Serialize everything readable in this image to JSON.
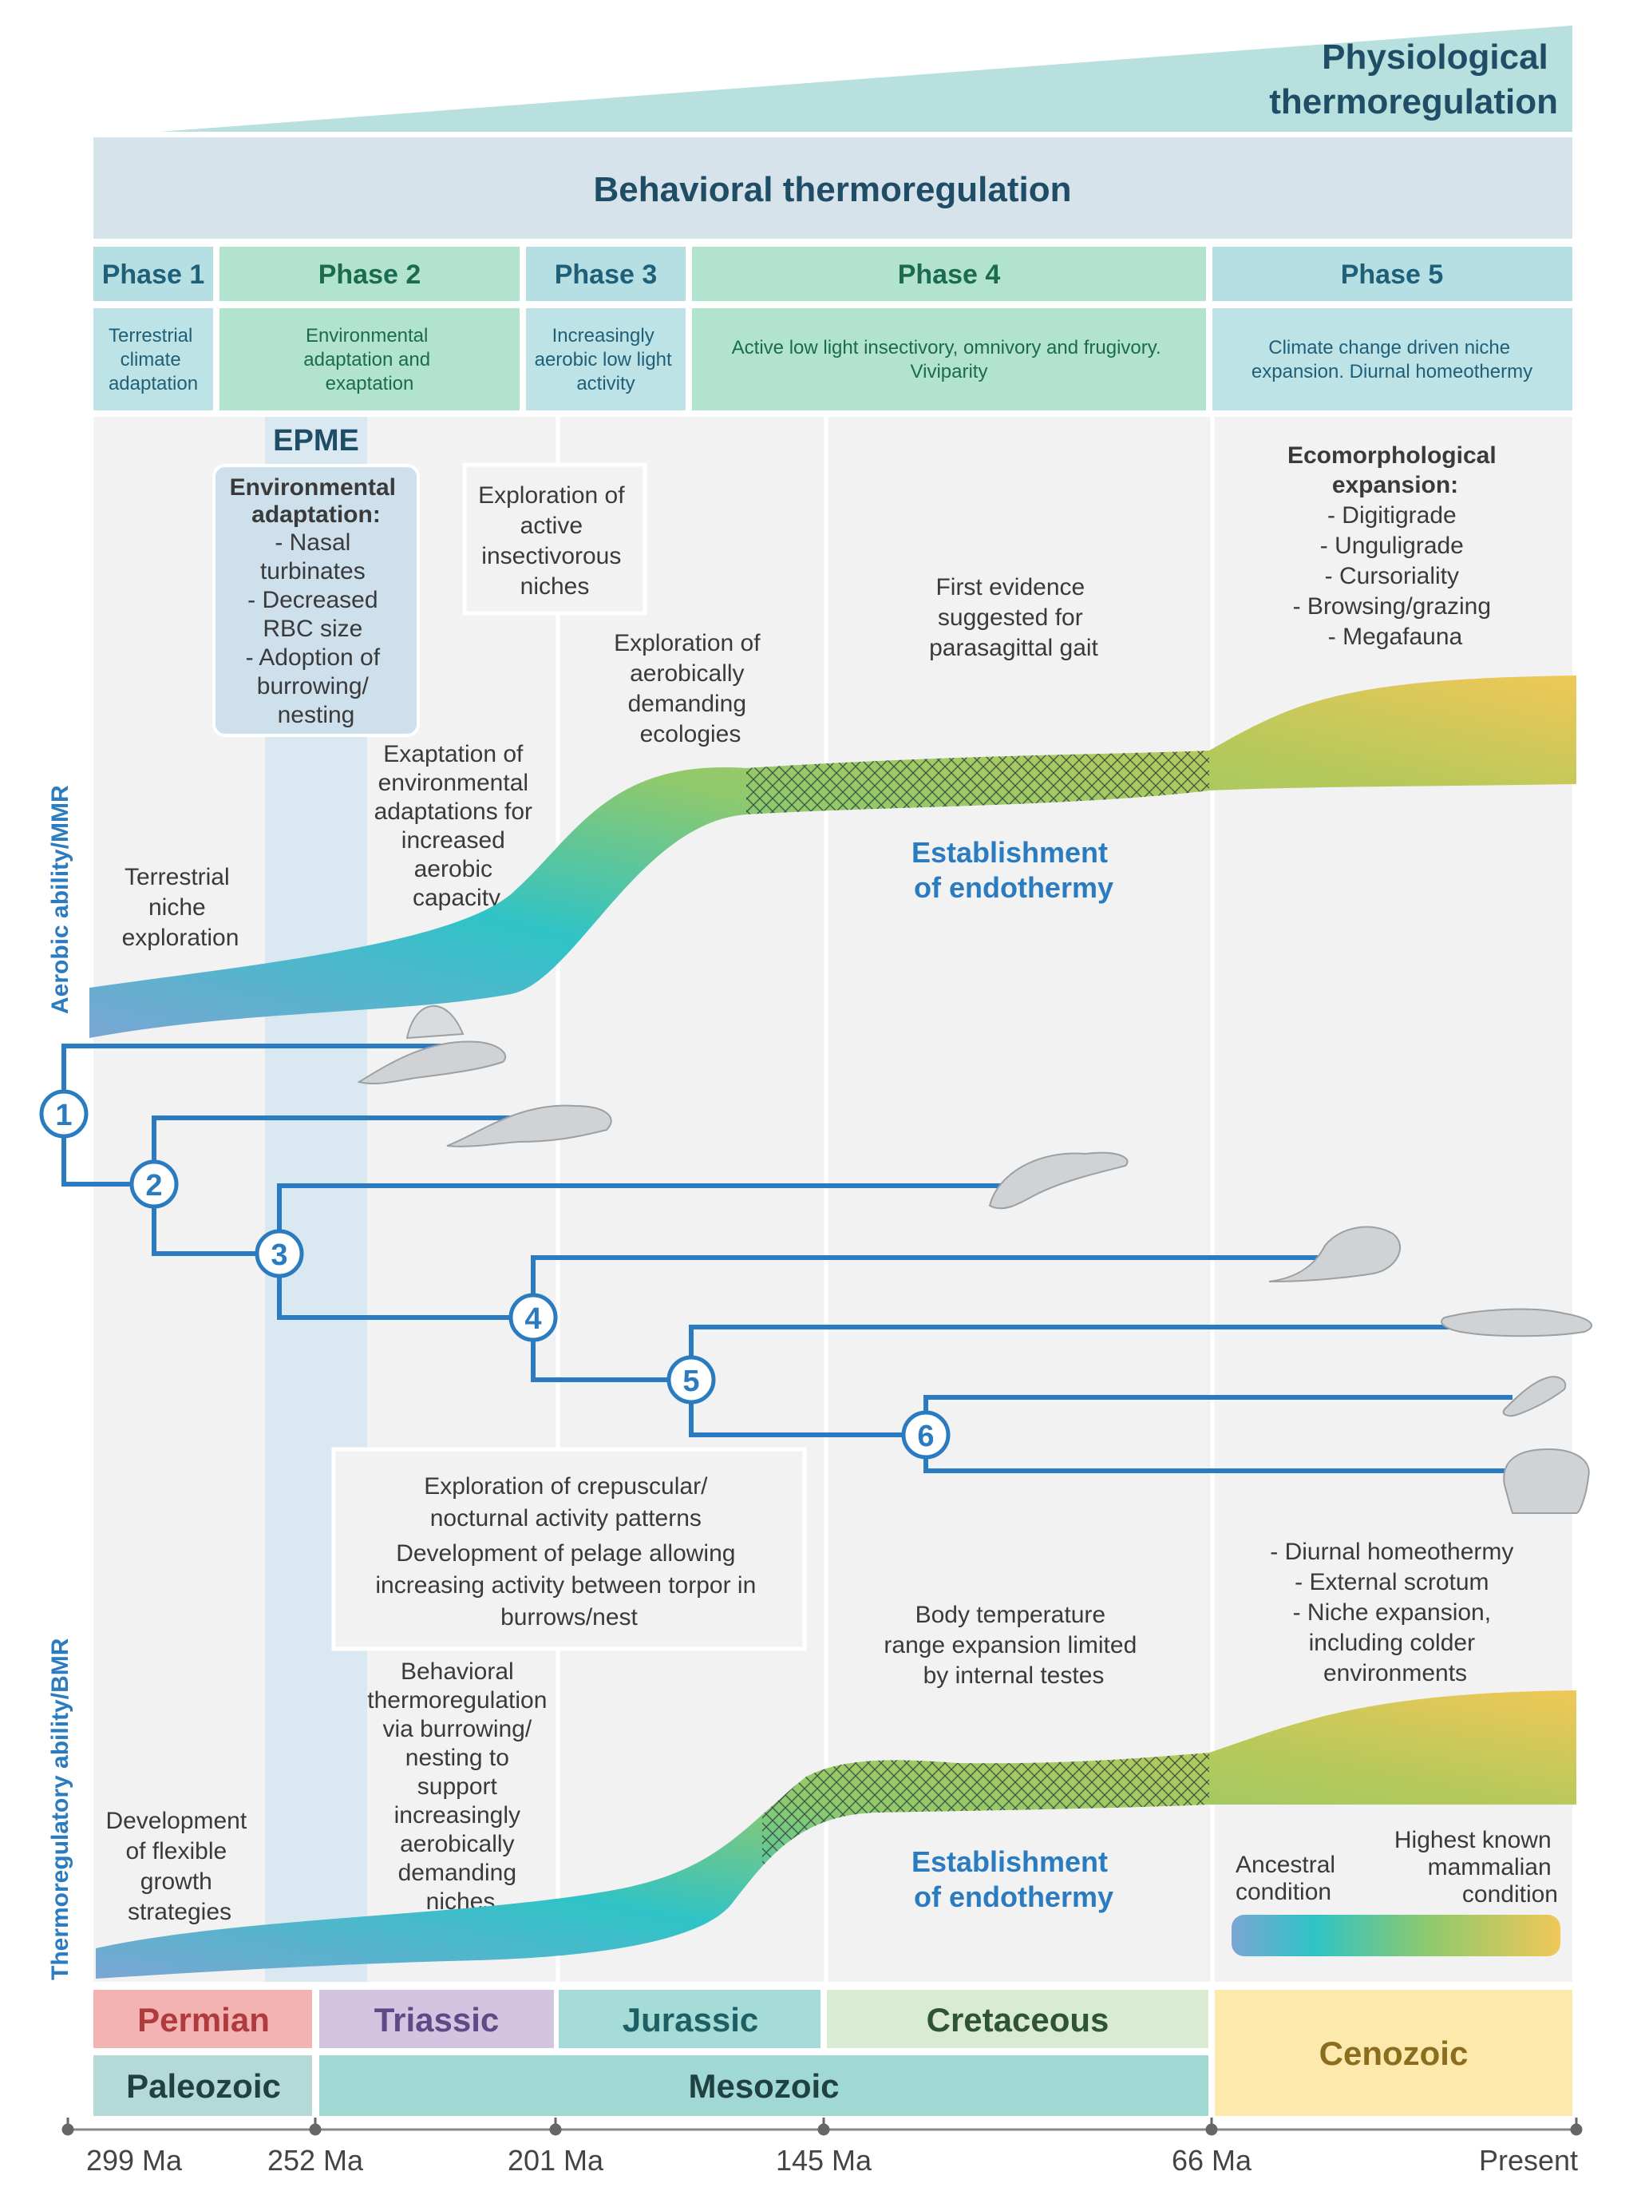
{
  "header": {
    "physiological": [
      "Physiological",
      "thermoregulation"
    ],
    "behavioral": "Behavioral thermoregulation"
  },
  "phases": [
    {
      "title": "Phase 1",
      "desc": [
        "Terrestrial",
        "climate",
        "adaptation"
      ]
    },
    {
      "title": "Phase 2",
      "desc": [
        "Environmental",
        "adaptation and",
        "exaptation"
      ]
    },
    {
      "title": "Phase 3",
      "desc": [
        "Increasingly",
        "aerobic low light",
        "activity"
      ]
    },
    {
      "title": "Phase 4",
      "desc": [
        "Active low light insectivory, omnivory and frugivory.",
        "Viviparity"
      ]
    },
    {
      "title": "Phase 5",
      "desc": [
        "Climate change driven niche",
        "expansion. Diurnal homeothermy"
      ]
    }
  ],
  "epme": {
    "label": "EPME",
    "lines_bold": [
      "Environmental",
      "adaptation:"
    ],
    "lines": [
      "- Nasal",
      "turbinates",
      "- Decreased",
      "RBC size",
      "- Adoption of",
      "burrowing/",
      "nesting"
    ]
  },
  "annotations_top": {
    "insectivorous": [
      "Exploration of",
      "active",
      "insectivorous",
      "niches"
    ],
    "aerobic_ecologies": [
      "Exploration of",
      "aerobically",
      "demanding",
      "ecologies"
    ],
    "parasagittal": [
      "First evidence",
      "suggested for",
      "parasagittal gait"
    ],
    "ecomorph_bold": [
      "Ecomorphological",
      "expansion:"
    ],
    "ecomorph": [
      "- Digitigrade",
      "- Unguligrade",
      "- Cursoriality",
      "- Browsing/grazing",
      "- Megafauna"
    ],
    "exaptation": [
      "Exaptation of",
      "environmental",
      "adaptations for",
      "increased",
      "aerobic",
      "capacity"
    ],
    "terrestrial": [
      "Terrestrial",
      "niche",
      "exploration"
    ],
    "endothermy": [
      "Establishment",
      "of endothermy"
    ]
  },
  "annotations_bottom": {
    "crepuscular": [
      "Exploration of crepuscular/",
      "nocturnal activity patterns",
      "Development of pelage allowing",
      "increasing activity between torpor in",
      "burrows/nest"
    ],
    "behavioral": [
      "Behavioral",
      "thermoregulation",
      "via burrowing/",
      "nesting to",
      "support",
      "increasingly",
      "aerobically",
      "demanding",
      "niches"
    ],
    "flexible": [
      "Development",
      "of flexible",
      "growth",
      "strategies"
    ],
    "body_temp": [
      "Body temperature",
      "range expansion limited",
      "by internal testes"
    ],
    "diurnal": [
      "- Diurnal homeothermy",
      "- External scrotum",
      "- Niche expansion,",
      "including colder",
      "environments"
    ],
    "endothermy": [
      "Establishment",
      "of endothermy"
    ]
  },
  "legend": {
    "ancestral": [
      "Ancestral",
      "condition"
    ],
    "highest": [
      "Highest known",
      "mammalian",
      "condition"
    ]
  },
  "axis_labels": {
    "top": "Aerobic ability/MMR",
    "bottom": "Thermoregulatory ability/BMR"
  },
  "nodes": [
    "1",
    "2",
    "3",
    "4",
    "5",
    "6"
  ],
  "periods": [
    "Permian",
    "Triassic",
    "Jurassic",
    "Cretaceous"
  ],
  "eras": [
    "Paleozoic",
    "Mesozoic",
    "Cenozoic"
  ],
  "timeline": [
    "299 Ma",
    "252 Ma",
    "201 Ma",
    "145 Ma",
    "66 Ma",
    "Present"
  ],
  "colors": {
    "teal_light": "#b8e0de",
    "behavioral_bg": "#d6e3eb",
    "phase_green": "#b2e3cf",
    "phase_blue": "#bde3e6",
    "blue_line": "#2a7bbf",
    "permian": "#f3b3b3",
    "triassic": "#d3c4e1",
    "jurassic": "#a6dcd8",
    "cretaceous": "#d9ecd2",
    "cenozoic": "#fce9ab"
  }
}
